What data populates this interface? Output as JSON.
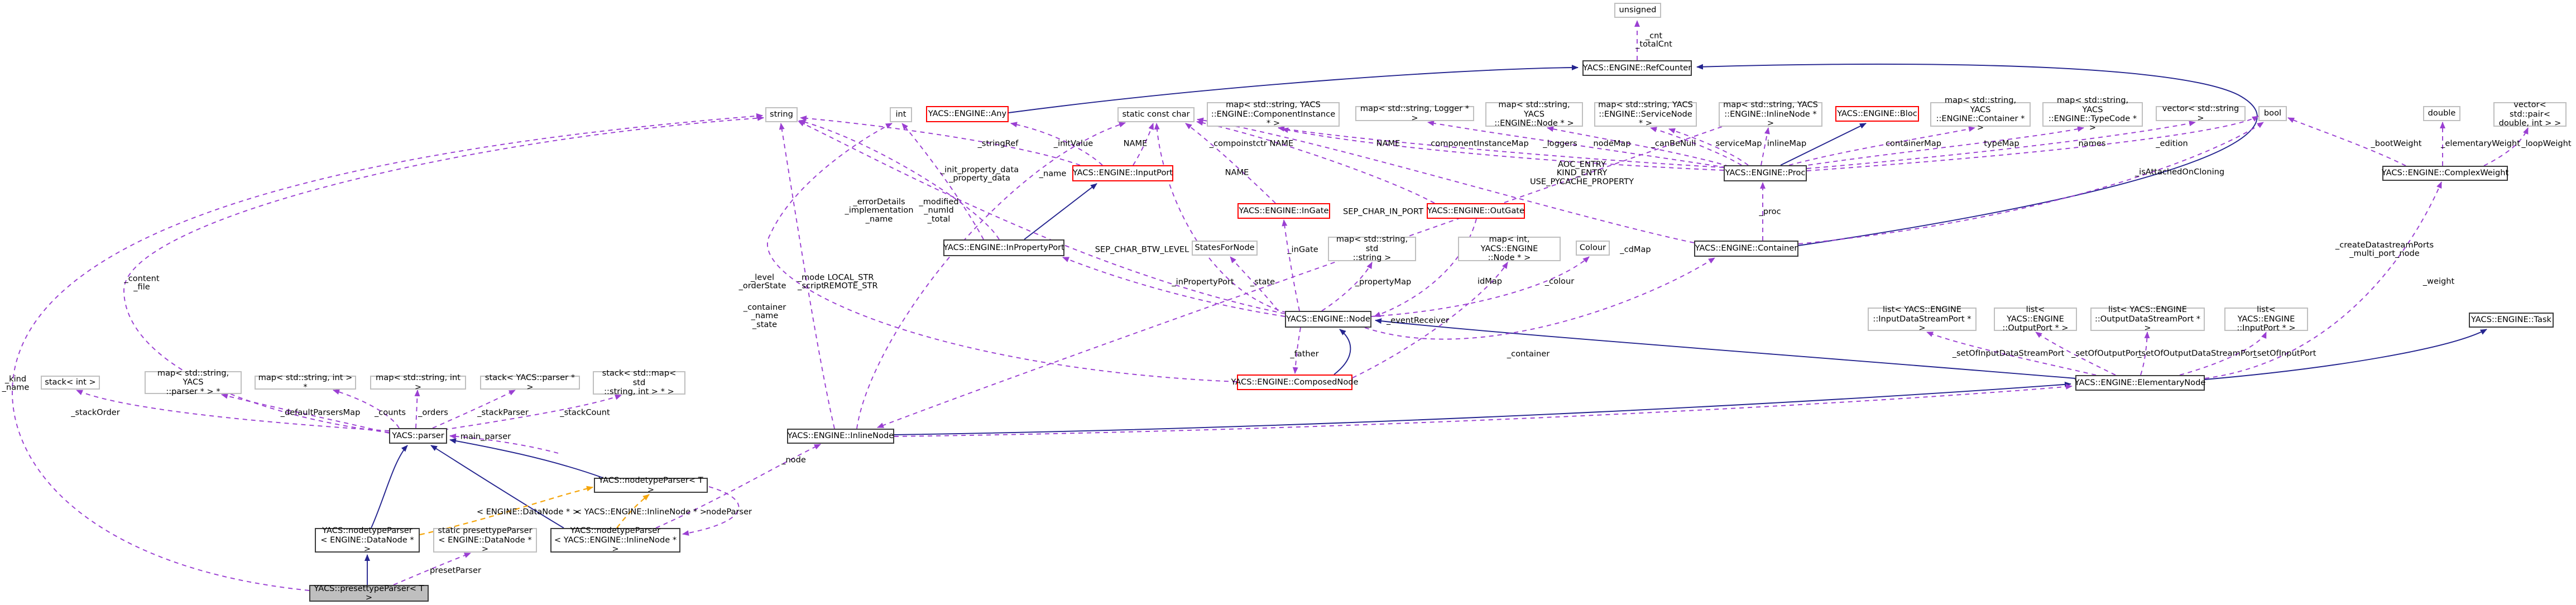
{
  "colors": {
    "usage_edge": "#9a3fd2",
    "inheritance_edge": "#24248f",
    "template_edge": "#f5a50a",
    "red_border": "#ff0000",
    "class_border": "#3c3c3c",
    "type_border": "#bfbfbf",
    "subject_bg": "#bfbfbf"
  },
  "nodes": [
    {
      "id": "unsigned",
      "label": "unsigned",
      "type": "type",
      "link": false
    },
    {
      "id": "refcounter",
      "label": "YACS::ENGINE::RefCounter",
      "type": "cls",
      "link": true
    },
    {
      "id": "string",
      "label": "string",
      "type": "type",
      "link": false
    },
    {
      "id": "int",
      "label": "int",
      "type": "type",
      "link": false
    },
    {
      "id": "any",
      "label": "YACS::ENGINE::Any",
      "type": "red",
      "link": true
    },
    {
      "id": "staticconstchar",
      "label": "static const char",
      "type": "type",
      "link": false
    },
    {
      "id": "map_compinst",
      "label": "map< std::string, YACS\n::ENGINE::ComponentInstance * >",
      "type": "type",
      "link": false
    },
    {
      "id": "map_logger",
      "label": "map< std::string, Logger * >",
      "type": "type",
      "link": false
    },
    {
      "id": "map_node",
      "label": "map< std::string, YACS\n::ENGINE::Node * >",
      "type": "type",
      "link": false
    },
    {
      "id": "map_service",
      "label": "map< std::string, YACS\n::ENGINE::ServiceNode * >",
      "type": "type",
      "link": false
    },
    {
      "id": "map_inline",
      "label": "map< std::string, YACS\n::ENGINE::InlineNode * >",
      "type": "type",
      "link": false
    },
    {
      "id": "bloc",
      "label": "YACS::ENGINE::Bloc",
      "type": "red",
      "link": true
    },
    {
      "id": "map_container",
      "label": "map< std::string, YACS\n::ENGINE::Container * >",
      "type": "type",
      "link": false
    },
    {
      "id": "map_typecode",
      "label": "map< std::string, YACS\n::ENGINE::TypeCode * >",
      "type": "type",
      "link": false
    },
    {
      "id": "vector_string",
      "label": "vector< std::string >",
      "type": "type",
      "link": false
    },
    {
      "id": "bool",
      "label": "bool",
      "type": "type",
      "link": false
    },
    {
      "id": "double",
      "label": "double",
      "type": "type",
      "link": false
    },
    {
      "id": "vector_pair",
      "label": "vector< std::pair<\ndouble, int > >",
      "type": "type",
      "link": false
    },
    {
      "id": "inputport",
      "label": "YACS::ENGINE::InputPort",
      "type": "red",
      "link": true
    },
    {
      "id": "proc",
      "label": "YACS::ENGINE::Proc",
      "type": "cls",
      "link": true
    },
    {
      "id": "ingate",
      "label": "YACS::ENGINE::InGate",
      "type": "red",
      "link": true
    },
    {
      "id": "outgate",
      "label": "YACS::ENGINE::OutGate",
      "type": "red",
      "link": true
    },
    {
      "id": "inpropertyport",
      "label": "YACS::ENGINE::InPropertyPort",
      "type": "cls",
      "link": true
    },
    {
      "id": "statesfornode",
      "label": "StatesForNode",
      "type": "type",
      "link": false
    },
    {
      "id": "map_str_str",
      "label": "map< std::string, std\n::string >",
      "type": "type",
      "link": false
    },
    {
      "id": "map_int_node",
      "label": "map< int, YACS::ENGINE\n::Node * >",
      "type": "type",
      "link": false
    },
    {
      "id": "colour",
      "label": "Colour",
      "type": "type",
      "link": false
    },
    {
      "id": "container",
      "label": "YACS::ENGINE::Container",
      "type": "cls",
      "link": true
    },
    {
      "id": "complexweight",
      "label": "YACS::ENGINE::ComplexWeight",
      "type": "cls",
      "link": true
    },
    {
      "id": "node",
      "label": "YACS::ENGINE::Node",
      "type": "cls",
      "link": true
    },
    {
      "id": "composednode",
      "label": "YACS::ENGINE::ComposedNode",
      "type": "red",
      "link": true
    },
    {
      "id": "elementarynode",
      "label": "YACS::ENGINE::ElementaryNode",
      "type": "cls",
      "link": true
    },
    {
      "id": "task",
      "label": "YACS::ENGINE::Task",
      "type": "cls",
      "link": true
    },
    {
      "id": "list_ids",
      "label": "list< YACS::ENGINE\n::InputDataStreamPort * >",
      "type": "type",
      "link": false
    },
    {
      "id": "list_op",
      "label": "list< YACS::ENGINE\n::OutputPort * >",
      "type": "type",
      "link": false
    },
    {
      "id": "list_ods",
      "label": "list< YACS::ENGINE\n::OutputDataStreamPort * >",
      "type": "type",
      "link": false
    },
    {
      "id": "list_ip",
      "label": "list< YACS::ENGINE\n::InputPort * >",
      "type": "type",
      "link": false
    },
    {
      "id": "inlinenode",
      "label": "YACS::ENGINE::InlineNode",
      "type": "cls",
      "link": true
    },
    {
      "id": "stack_int",
      "label": "stack< int >",
      "type": "type",
      "link": false
    },
    {
      "id": "map_str_parser",
      "label": "map< std::string, YACS\n::parser * > *",
      "type": "type",
      "link": false
    },
    {
      "id": "map_str_int_ptr",
      "label": "map< std::string, int > *",
      "type": "type",
      "link": false
    },
    {
      "id": "map_str_int",
      "label": "map< std::string, int >",
      "type": "type",
      "link": false
    },
    {
      "id": "stack_parser",
      "label": "stack< YACS::parser * >",
      "type": "type",
      "link": false
    },
    {
      "id": "stack_map",
      "label": "stack< std::map< std\n::string, int > * >",
      "type": "type",
      "link": false
    },
    {
      "id": "parser",
      "label": "YACS::parser",
      "type": "cls",
      "link": true
    },
    {
      "id": "ntp_t",
      "label": "YACS::nodetypeParser< T >",
      "type": "cls",
      "link": true
    },
    {
      "id": "ntp_datanode",
      "label": "YACS::nodetypeParser\n< ENGINE::DataNode * >",
      "type": "cls",
      "link": true
    },
    {
      "id": "presettp_static",
      "label": "static presettypeParser\n< ENGINE::DataNode * >",
      "type": "type",
      "link": false
    },
    {
      "id": "ntp_inline",
      "label": "YACS::nodetypeParser\n< YACS::ENGINE::InlineNode * >",
      "type": "cls",
      "link": true
    },
    {
      "id": "presettp_t",
      "label": "YACS::presettypeParser< T >",
      "type": "subject",
      "link": false
    }
  ],
  "edge_labels": [
    {
      "id": "L1",
      "text": "_cnt\n_totalCnt"
    },
    {
      "id": "L2",
      "text": "_stringRef"
    },
    {
      "id": "L3",
      "text": "_initValue"
    },
    {
      "id": "L4",
      "text": "NAME"
    },
    {
      "id": "L5",
      "text": "_compoinstctr NAME"
    },
    {
      "id": "L6",
      "text": "NAME"
    },
    {
      "id": "L7",
      "text": "componentInstanceMap"
    },
    {
      "id": "L8",
      "text": "_loggers"
    },
    {
      "id": "L9",
      "text": "nodeMap"
    },
    {
      "id": "L10",
      "text": "_canBeNull"
    },
    {
      "id": "L11",
      "text": "serviceMap"
    },
    {
      "id": "L12",
      "text": "inlineMap"
    },
    {
      "id": "L13",
      "text": "containerMap"
    },
    {
      "id": "L14",
      "text": "typeMap"
    },
    {
      "id": "L15",
      "text": "names"
    },
    {
      "id": "L16",
      "text": "_edition"
    },
    {
      "id": "L17",
      "text": "_bootWeight"
    },
    {
      "id": "L18",
      "text": "_elementaryWeight"
    },
    {
      "id": "L19",
      "text": "_loopWeight"
    },
    {
      "id": "L20",
      "text": "_isAttachedOnCloning"
    },
    {
      "id": "L21",
      "text": "_init_property_data\n_property_data"
    },
    {
      "id": "L22",
      "text": "_name"
    },
    {
      "id": "L23",
      "text": "NAME"
    },
    {
      "id": "L24",
      "text": "AOC_ENTRY\nKIND_ENTRY\nUSE_PYCACHE_PROPERTY"
    },
    {
      "id": "L25",
      "text": "_errorDetails\n_implementation\n_name"
    },
    {
      "id": "L26",
      "text": "_modified\n_numId\n_total"
    },
    {
      "id": "L27",
      "text": "_proc"
    },
    {
      "id": "L28",
      "text": "SEP_CHAR_IN_PORT"
    },
    {
      "id": "L29",
      "text": "_level\n_orderState"
    },
    {
      "id": "L30",
      "text": "_mode\n_script"
    },
    {
      "id": "L31",
      "text": "LOCAL_STR\nREMOTE_STR"
    },
    {
      "id": "L32",
      "text": "_container\n_name\n_state"
    },
    {
      "id": "L33",
      "text": "SEP_CHAR_BTW_LEVEL"
    },
    {
      "id": "L34",
      "text": "_inGate"
    },
    {
      "id": "L35",
      "text": "_cdMap"
    },
    {
      "id": "L36",
      "text": "_inPropertyPort"
    },
    {
      "id": "L37",
      "text": "_state"
    },
    {
      "id": "L38",
      "text": "_propertyMap"
    },
    {
      "id": "L39",
      "text": "idMap"
    },
    {
      "id": "L40",
      "text": "_colour"
    },
    {
      "id": "L41",
      "text": "_eventReceiver"
    },
    {
      "id": "L42",
      "text": "_father"
    },
    {
      "id": "L43",
      "text": "_container"
    },
    {
      "id": "L44",
      "text": "_createDatastreamPorts\n_multi_port_node"
    },
    {
      "id": "L45",
      "text": "_weight"
    },
    {
      "id": "L46",
      "text": "_setOfInputDataStreamPort"
    },
    {
      "id": "L47",
      "text": "_setOfOutputPort"
    },
    {
      "id": "L48",
      "text": "_setOfOutputDataStreamPort"
    },
    {
      "id": "L49",
      "text": "_setOfInputPort"
    },
    {
      "id": "L50",
      "text": "_kind\n_name"
    },
    {
      "id": "L51",
      "text": "_content\n_file"
    },
    {
      "id": "L52",
      "text": "_stackOrder"
    },
    {
      "id": "L53",
      "text": "_defaultParsersMap"
    },
    {
      "id": "L54",
      "text": "_counts"
    },
    {
      "id": "L55",
      "text": "_orders"
    },
    {
      "id": "L56",
      "text": "_stackParser"
    },
    {
      "id": "L57",
      "text": "_stackCount"
    },
    {
      "id": "L58",
      "text": "main_parser"
    },
    {
      "id": "L59",
      "text": "_node"
    },
    {
      "id": "L60",
      "text": "< ENGINE::DataNode * >",
      "kind": "template"
    },
    {
      "id": "L61",
      "text": "< YACS::ENGINE::InlineNode * >",
      "kind": "template"
    },
    {
      "id": "L62",
      "text": "nodeParser"
    },
    {
      "id": "L63",
      "text": "presetParser"
    }
  ]
}
